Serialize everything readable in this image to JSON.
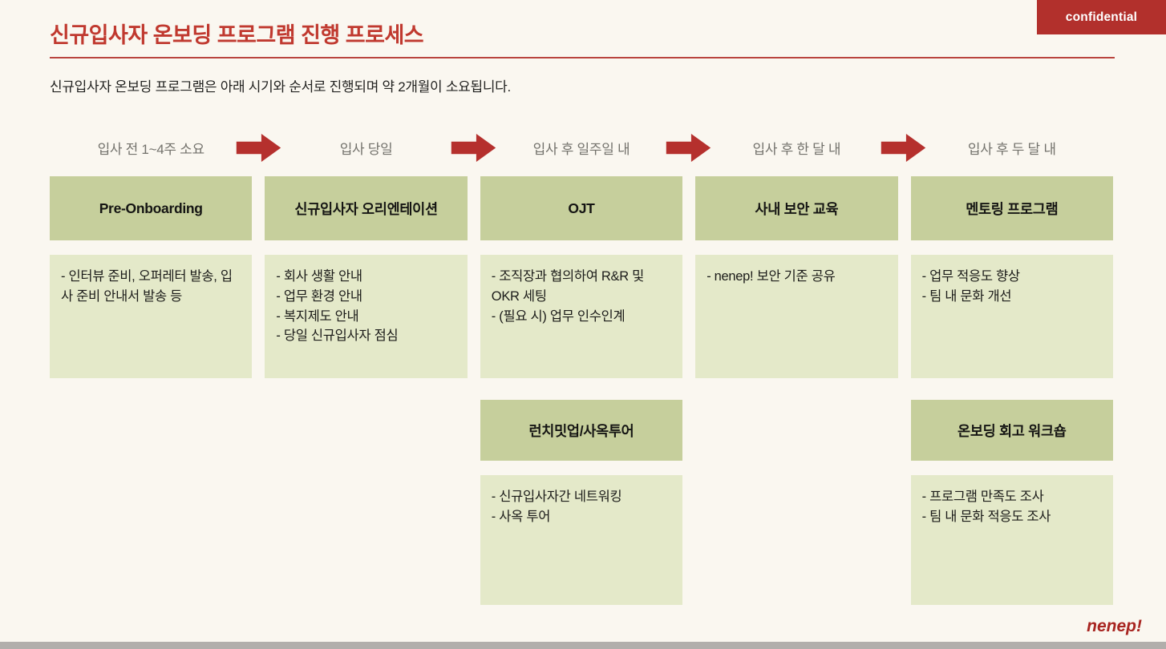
{
  "badge": {
    "label": "confidential",
    "bg": "#b2302c",
    "fg": "#ffffff"
  },
  "header": {
    "title": "신규입사자 온보딩 프로그램 진행 프로세스",
    "subtitle": "신규입사자 온보딩 프로그램은 아래 시기와 순서로 진행되며 약 2개월이 소요됩니다."
  },
  "colors": {
    "background": "#faf7f0",
    "accent_red": "#b5302d",
    "title_red": "#c0392f",
    "stage_header_green": "#c6cf9c",
    "stage_body_green": "#e4e9c9",
    "timeline_gray": "#73726c",
    "logo_red": "#a82521"
  },
  "arrow_icon": "arrow-right-icon",
  "columns": [
    {
      "timeline": "입사 전 1~4주 소요",
      "title": "Pre-Onboarding",
      "items": [
        "- 인터뷰 준비, 오퍼레터 발송, 입사 준비 안내서 발송 등"
      ]
    },
    {
      "timeline": "입사 당일",
      "title": "신규입사자 오리엔테이션",
      "items": [
        "- 회사 생활 안내",
        "- 업무 환경 안내",
        "- 복지제도 안내",
        "- 당일 신규입사자 점심"
      ]
    },
    {
      "timeline": "입사 후 일주일 내",
      "title": "OJT",
      "items": [
        "- 조직장과 협의하여 R&R 및 OKR 세팅",
        "- (필요 시) 업무 인수인계"
      ],
      "second": {
        "title": "런치밋업/사옥투어",
        "items": [
          "- 신규입사자간 네트워킹",
          "- 사옥 투어"
        ]
      }
    },
    {
      "timeline": "입사 후 한 달 내",
      "title": "사내 보안 교육",
      "items": [
        "- nenep! 보안 기준 공유"
      ]
    },
    {
      "timeline": "입사 후 두 달 내",
      "title": "멘토링 프로그램",
      "items": [
        "- 업무 적응도 향상",
        "- 팀 내 문화 개선"
      ],
      "second": {
        "title": "온보딩 회고 워크숍",
        "items": [
          "- 프로그램 만족도 조사",
          "- 팀 내 문화 적응도 조사"
        ]
      }
    }
  ],
  "logo": "nenep!"
}
